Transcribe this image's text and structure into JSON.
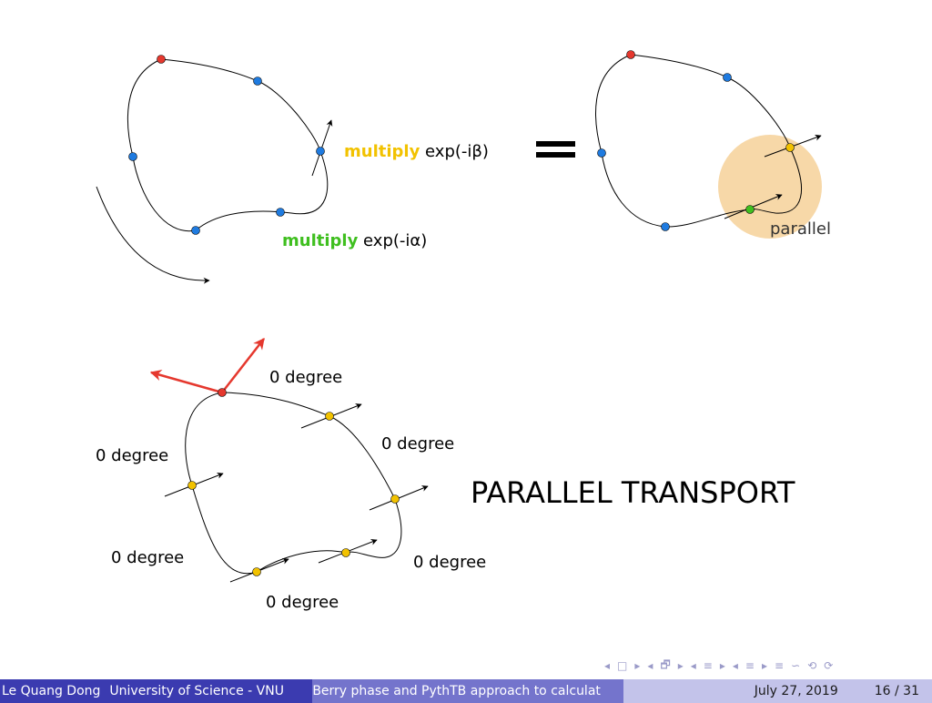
{
  "slide": {
    "top_figure": {
      "label_beta_word": "multiply",
      "label_beta_rest": " exp(-iβ)",
      "label_alpha_word": "multiply",
      "label_alpha_rest": " exp(-iα)",
      "equals": "=",
      "parallel": "parallel",
      "colors": {
        "yellow": "#f2c200",
        "green": "#3fbf1f",
        "red": "#e5382e",
        "blue": "#1f7be0",
        "highlight": "#f7d8a8"
      }
    },
    "bottom_figure": {
      "labels": [
        "0 degree",
        "0 degree",
        "0 degree",
        "0 degree",
        "0 degree",
        "0 degree"
      ],
      "title": "PARALLEL TRANSPORT"
    }
  },
  "nav": {
    "symbols": [
      "◂",
      "□",
      "▸",
      "◂",
      "🗗",
      "▸",
      "◂",
      "≡",
      "▸",
      "◂",
      "≡",
      "▸",
      "≡",
      "∽",
      "⟲",
      "⟳"
    ]
  },
  "footer": {
    "author": "Le Quang Dong",
    "institute": "University of Science - VNU",
    "title": "Berry phase and PythTB approach to calculat",
    "date": "July 27, 2019",
    "page": "16 / 31"
  }
}
